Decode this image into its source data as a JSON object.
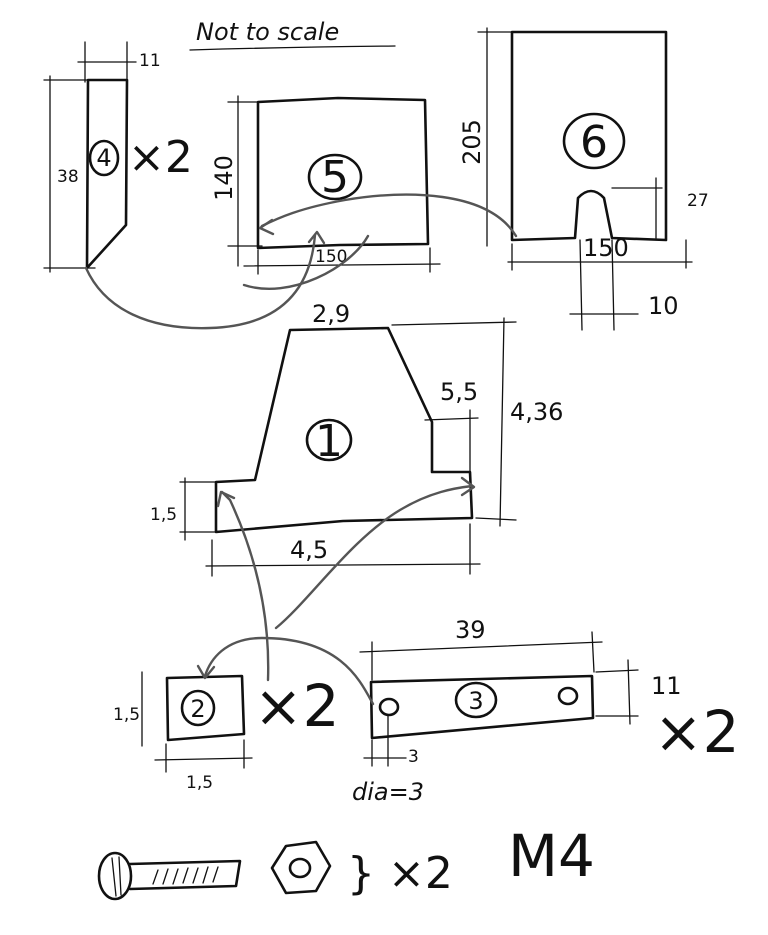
{
  "title": "Not to scale",
  "colors": {
    "ink": "#111111",
    "arrows": "#555555",
    "paper": "#ffffff"
  },
  "parts": [
    {
      "id": "1",
      "label": "1",
      "dims": {
        "top": "2,9",
        "height": "4,36",
        "step": "5,5",
        "base_height": "1,5",
        "width": "4,5"
      }
    },
    {
      "id": "2",
      "label": "2",
      "count": "×2",
      "dims": {
        "height": "1,5",
        "width": "1,5"
      }
    },
    {
      "id": "3",
      "label": "3",
      "count": "×2",
      "dims": {
        "length": "39",
        "height": "11",
        "hole_offset": "3",
        "hole": "dia=3"
      }
    },
    {
      "id": "4",
      "label": "4",
      "count": "×2",
      "dims": {
        "width": "11",
        "height": "38"
      }
    },
    {
      "id": "5",
      "label": "5",
      "dims": {
        "height": "140",
        "width": "150"
      }
    },
    {
      "id": "6",
      "label": "6",
      "dims": {
        "height": "205",
        "slot_depth": "27",
        "width": "150",
        "slot_width": "10"
      }
    }
  ],
  "hardware": {
    "bracket": "}",
    "count": "×2",
    "size": "M4",
    "icons": [
      "screw-icon",
      "hex-nut-icon"
    ]
  }
}
